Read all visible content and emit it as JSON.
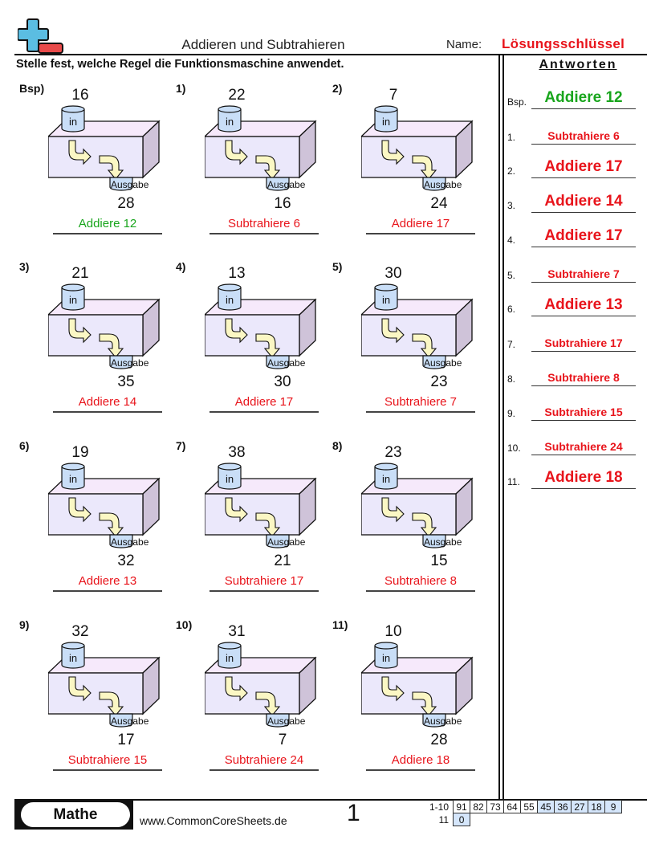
{
  "header": {
    "logo_icon": "plus-minus-logo-icon",
    "title": "Addieren und Subtrahieren",
    "name_label": "Name:",
    "name_value": "Lösungsschlüssel",
    "instructions": "Stelle fest, welche Regel die Funktionsmaschine anwendet."
  },
  "machine_labels": {
    "input": "in",
    "output": "Ausgabe"
  },
  "colors": {
    "answer_red": "#e8141b",
    "example_green": "#18a51c",
    "cylinder_blue": "#c9def7",
    "box_front": "#ebe8fb",
    "box_top": "#f6e9fb",
    "box_side": "#cfc3d9",
    "arrow_yellow": "#fbf7c4",
    "logo_blue": "#5bbde2",
    "logo_red": "#e84a4a"
  },
  "problems": [
    {
      "label": "Bsp)",
      "input": "16",
      "output": "28",
      "rule": "Addiere 12",
      "example": true
    },
    {
      "label": "1)",
      "input": "22",
      "output": "16",
      "rule": "Subtrahiere 6"
    },
    {
      "label": "2)",
      "input": "7",
      "output": "24",
      "rule": "Addiere 17"
    },
    {
      "label": "3)",
      "input": "21",
      "output": "35",
      "rule": "Addiere 14"
    },
    {
      "label": "4)",
      "input": "13",
      "output": "30",
      "rule": "Addiere 17"
    },
    {
      "label": "5)",
      "input": "30",
      "output": "23",
      "rule": "Subtrahiere 7"
    },
    {
      "label": "6)",
      "input": "19",
      "output": "32",
      "rule": "Addiere 13"
    },
    {
      "label": "7)",
      "input": "38",
      "output": "21",
      "rule": "Subtrahiere 17"
    },
    {
      "label": "8)",
      "input": "23",
      "output": "15",
      "rule": "Subtrahiere 8"
    },
    {
      "label": "9)",
      "input": "32",
      "output": "17",
      "rule": "Subtrahiere 15"
    },
    {
      "label": "10)",
      "input": "31",
      "output": "7",
      "rule": "Subtrahiere 24"
    },
    {
      "label": "11)",
      "input": "10",
      "output": "28",
      "rule": "Addiere 18"
    }
  ],
  "answers": {
    "title": "Antworten",
    "items": [
      {
        "num": "Bsp.",
        "value": "Addiere 12"
      },
      {
        "num": "1.",
        "value": "Subtrahiere 6"
      },
      {
        "num": "2.",
        "value": "Addiere 17"
      },
      {
        "num": "3.",
        "value": "Addiere 14"
      },
      {
        "num": "4.",
        "value": "Addiere 17"
      },
      {
        "num": "5.",
        "value": "Subtrahiere 7"
      },
      {
        "num": "6.",
        "value": "Addiere 13"
      },
      {
        "num": "7.",
        "value": "Subtrahiere 17"
      },
      {
        "num": "8.",
        "value": "Subtrahiere 8"
      },
      {
        "num": "9.",
        "value": "Subtrahiere 15"
      },
      {
        "num": "10.",
        "value": "Subtrahiere 24"
      },
      {
        "num": "11.",
        "value": "Addiere 18"
      }
    ]
  },
  "footer": {
    "subject": "Mathe",
    "website": "www.CommonCoreSheets.de",
    "page_number": "1",
    "score_rows": [
      {
        "label": "1-10",
        "cells": [
          "91",
          "82",
          "73",
          "64",
          "55",
          "45",
          "36",
          "27",
          "18",
          "9"
        ]
      },
      {
        "label": "11",
        "cells": [
          "0"
        ]
      }
    ]
  }
}
